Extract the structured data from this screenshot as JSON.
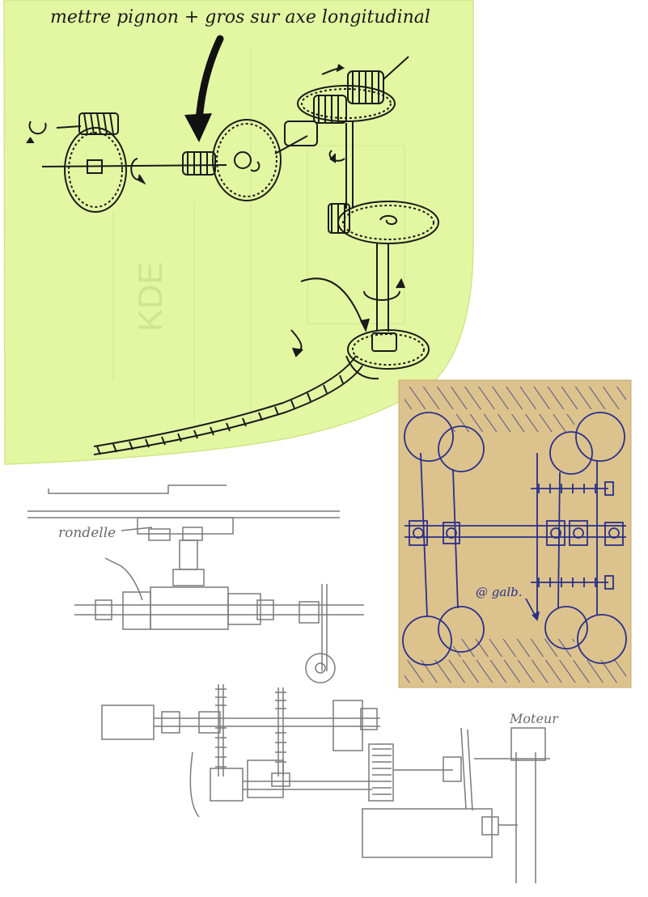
{
  "colors": {
    "paper": "#ffffff",
    "yellow_note": "#e3f7a2",
    "yellow_note_edge": "#d4ea8a",
    "kraft_paper": "#dcc28d",
    "ink_black": "#1a1a1a",
    "ink_blue": "#2a2f8a",
    "pencil": "#7a7a7a"
  },
  "sketch_top": {
    "caption": "mettre pignon + gros sur axe longitudinal",
    "icons": [
      "arrow-down-icon",
      "gear-icon",
      "worm-gear-icon",
      "rotation-arrow-icon",
      "rack-icon"
    ]
  },
  "sketch_pencil_top": {
    "label": "rondelle"
  },
  "sketch_blue": {
    "label": "@ galb."
  },
  "sketch_pencil_bottom": {
    "label": "Moteur"
  }
}
